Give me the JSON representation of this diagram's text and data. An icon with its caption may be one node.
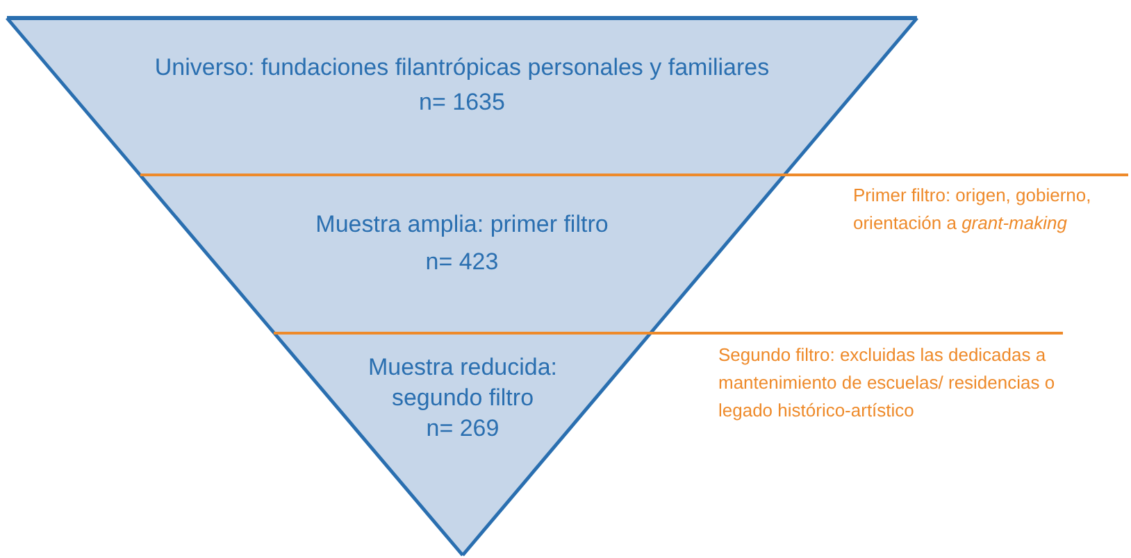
{
  "diagram": {
    "nodes": [
      {
        "text": [
          "Universo: fundaciones filantrópicas personales y familiares",
          "n= 1635"
        ]
      },
      {
        "text": [
          "Muestra amplia: primer filtro",
          "n= 423"
        ]
      },
      {
        "text": [
          "Muestra reducida: segundo filtro",
          "n= 269"
        ]
      }
    ],
    "labels": [
      "Primer filtro: origen, gobierno, orientación a *grant-making*",
      "Segundo filtro: excluidas las dedicadas a mantenimiento de escuelas/ residencias o legado histórico-artístico"
    ]
  }
}
